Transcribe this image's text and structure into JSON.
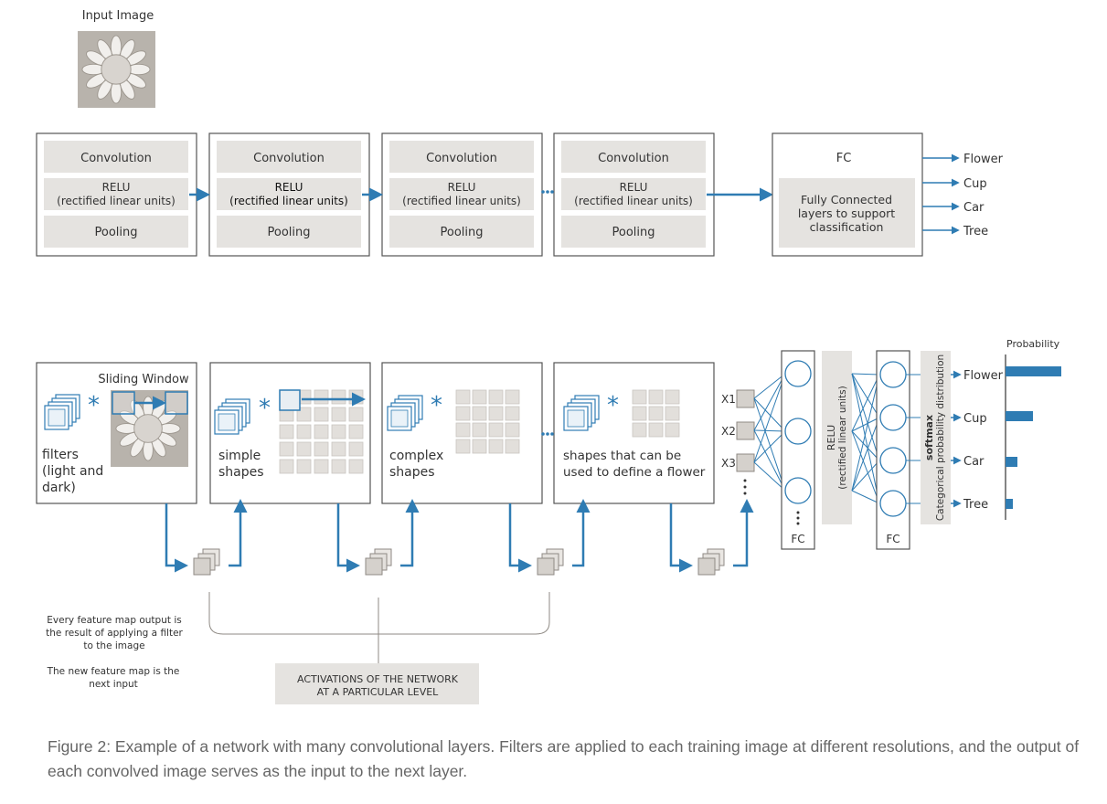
{
  "input_label": "Input Image",
  "top_blocks": [
    {
      "conv": "Convolution",
      "relu1": "RELU",
      "relu2": "(rectified linear units)",
      "pool": "Pooling"
    },
    {
      "conv": "Convolution",
      "relu1": "RELU",
      "relu2": "(rectified linear units)",
      "pool": "Pooling"
    },
    {
      "conv": "Convolution",
      "relu1": "RELU",
      "relu2": "(rectified linear units)",
      "pool": "Pooling"
    },
    {
      "conv": "Convolution",
      "relu1": "RELU",
      "relu2": "(rectified linear units)",
      "pool": "Pooling"
    }
  ],
  "fc_block": {
    "title": "FC",
    "line1": "Fully Connected",
    "line2": "layers to support",
    "line3": "classification"
  },
  "classes": [
    "Flower",
    "Cup",
    "Car",
    "Tree"
  ],
  "bottom": {
    "sliding_window": "Sliding Window",
    "panel1": [
      "filters",
      "(light and",
      "dark)"
    ],
    "panel2": [
      "simple",
      "shapes"
    ],
    "panel3": [
      "complex",
      "shapes"
    ],
    "panel4": [
      "shapes that can be",
      "used to define a flower"
    ],
    "x_labels": [
      "X1",
      "X2",
      "X3"
    ],
    "fc_label": "FC",
    "relu_lines": [
      "RELU",
      "(rectified linear units)"
    ],
    "softmax_lines": [
      "softmax",
      "Categorical probability distribution"
    ],
    "probability_label": "Probability"
  },
  "probabilities": {
    "Flower": 0.92,
    "Cup": 0.46,
    "Car": 0.2,
    "Tree": 0.12
  },
  "notes": {
    "note1": [
      "Every feature map output is",
      "the result of applying a filter",
      "to the image"
    ],
    "note2": [
      "The new feature map is the",
      "next input"
    ],
    "activations": [
      "ACTIVATIONS OF THE NETWORK",
      "AT A PARTICULAR LEVEL"
    ]
  },
  "colors": {
    "accent": "#2f7cb3",
    "box_fill": "#e5e3e0",
    "flower": "#b8b3ac"
  },
  "caption": "Figure 2: Example of a network with many convolutional layers. Filters are applied to each training image at different resolutions, and the output of each convolved image serves as the input to the next layer."
}
